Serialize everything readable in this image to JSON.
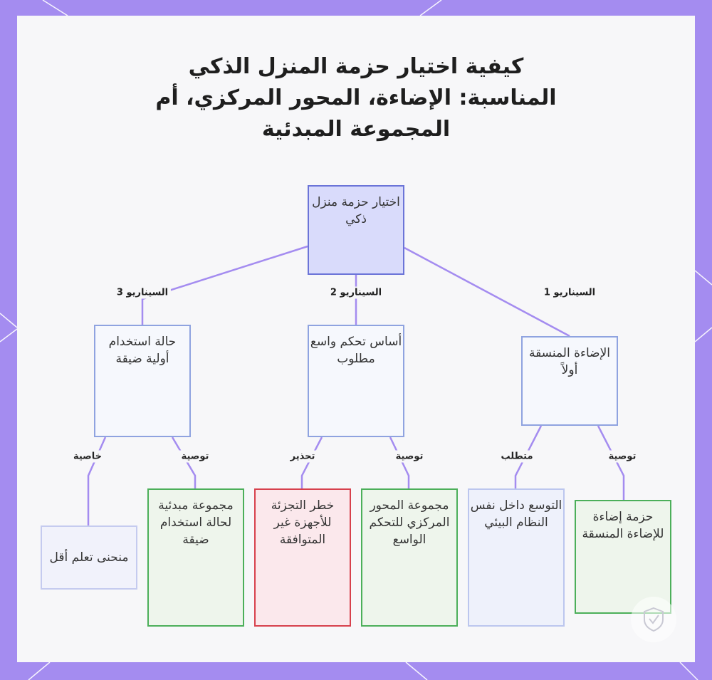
{
  "title": "كيفية اختيار حزمة المنزل الذكي المناسبة: الإضاءة، المحور المركزي، أم المجموعة المبدئية",
  "colors": {
    "frame": "#a48cf0",
    "root_fill": "#d9dbfb",
    "root_border": "#6b74d8",
    "edge": "#a48cf0",
    "recommendation_border": "#4caf5a",
    "warning_border": "#d7414d"
  },
  "nodes": {
    "root": "اختيار حزمة منزل ذكي",
    "lighting_first": "الإضاءة المنسقة أولاً",
    "wide_control": "أساس تحكم واسع مطلوب",
    "narrow_use": "حالة استخدام أولية ضيقة",
    "lighting_kit": "حزمة إضاءة للإضاءة المنسقة",
    "ecosystem": "التوسع داخل نفس النظام البيئي",
    "hub_kit": "مجموعة المحور المركزي للتحكم الواسع",
    "fragmentation": "خطر التجزئة للأجهزة غير المتوافقة",
    "starter_kit": "مجموعة مبدئية لحالة استخدام ضيقة",
    "learning_curve": "منحنى تعلم أقل"
  },
  "edge_labels": {
    "scenario1": "السيناريو 1",
    "scenario2": "السيناريو 2",
    "scenario3": "السيناريو 3",
    "recommendation": "توصية",
    "requirement": "متطلب",
    "warning": "تحذير",
    "property": "خاصية"
  },
  "icons": {
    "watermark": "shield-logo-icon"
  }
}
